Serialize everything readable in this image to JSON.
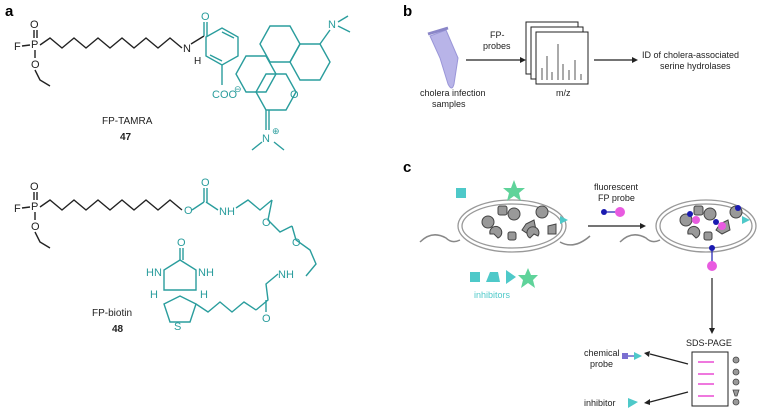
{
  "panels": {
    "a": "a",
    "b": "b",
    "c": "c"
  },
  "panel_a": {
    "compound1": {
      "name": "FP-TAMRA",
      "number": "47"
    },
    "compound2": {
      "name": "FP-biotin",
      "number": "48"
    },
    "atoms": {
      "F": "F",
      "P": "P",
      "O": "O",
      "N": "N",
      "NH": "NH",
      "HN": "HN",
      "H": "H",
      "S": "S",
      "coo": "COO",
      "ominus": "⊖",
      "nplus": "N",
      "plus": "⊕"
    }
  },
  "panel_b": {
    "samples_label_line1": "cholera infection",
    "samples_label_line2": "samples",
    "probe_label_line1": "FP-",
    "probe_label_line2": "probes",
    "axis_label": "m/z",
    "result_line1": "ID of cholera-associated",
    "result_line2": "serine hydrolases"
  },
  "panel_c": {
    "probe_label_line1": "fluorescent",
    "probe_label_line2": "FP probe",
    "inhibitors_label": "inhibitors",
    "gel_label": "SDS-PAGE",
    "chemical_probe_line1": "chemical",
    "chemical_probe_line2": "probe",
    "inhibitor_label": "inhibitor"
  },
  "colors": {
    "teal": "#2a9d9d",
    "inhibitor": "#4ec9c9",
    "star": "#5fd39a",
    "probe_blue": "#1a1ab0",
    "probe_pink": "#e85be0",
    "tube": "#b8b4e8",
    "gel_band": "#e83fd0"
  }
}
